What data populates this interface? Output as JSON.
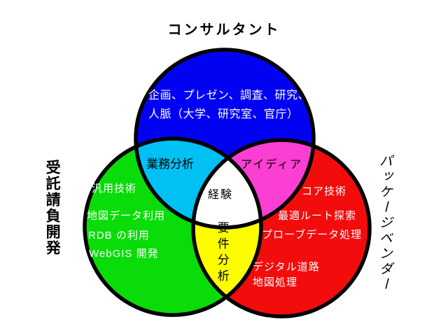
{
  "title": "コンサルタント",
  "colors": {
    "consultant": "#0202F2",
    "contract_dev": "#09DC09",
    "package_vendor": "#F20C0C",
    "overlap_consultant_contract": "#00C0F4",
    "overlap_consultant_vendor": "#FA3FD2",
    "overlap_contract_vendor": "#FDFD00",
    "overlap_all": "#FFFFFF",
    "outline": "#000000"
  },
  "sets": {
    "consultant": {
      "label": "コンサルタント",
      "lines": [
        "企画、プレゼン、調査、研究、",
        "人脈（大学、研究室、官庁）"
      ]
    },
    "contract_dev": {
      "label": "受託請負開発",
      "items": [
        "汎用技術",
        "地図データ利用",
        "RDB の利用",
        "WebGIS 開発"
      ]
    },
    "package_vendor": {
      "label": "パッケージベンダー",
      "items": [
        "コア技術",
        "最適ルート探索",
        "プローブデータ処理",
        "デジタル道路",
        "地図処理"
      ]
    }
  },
  "intersections": {
    "consultant_contract": "業務分析",
    "consultant_vendor": "アイディア",
    "contract_vendor": "要件分析",
    "all": "経験"
  }
}
